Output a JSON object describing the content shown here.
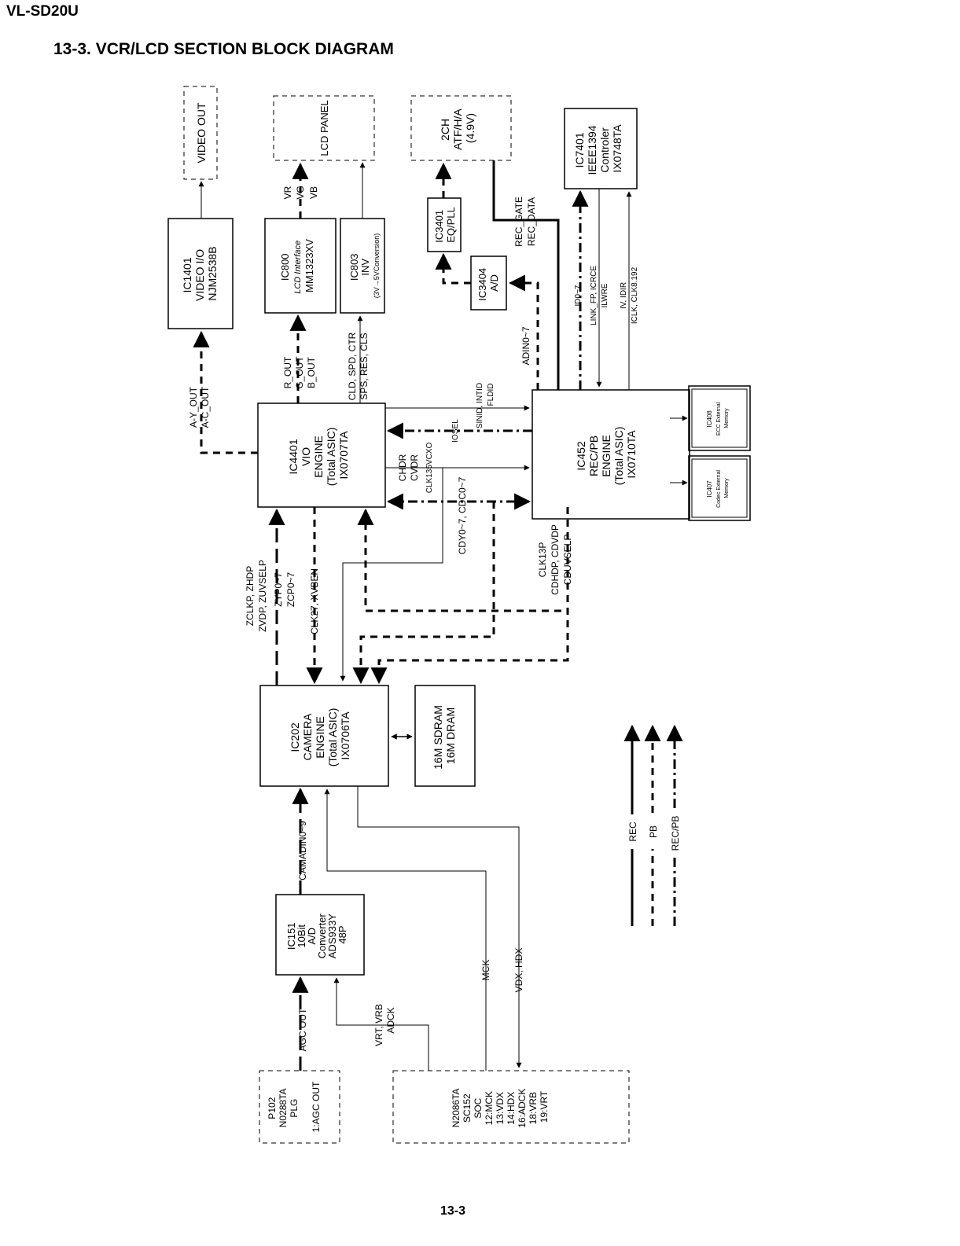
{
  "header": {
    "model": "VL-SD20U",
    "title": "13-3. VCR/LCD SECTION BLOCK DIAGRAM"
  },
  "footer": {
    "page": "13-3"
  },
  "blocks": {
    "video_out": [
      "VIDEO OUT"
    ],
    "lcd_panel": [
      "LCD PANEL"
    ],
    "atf": [
      "2CH",
      "ATF/H/A",
      "(4.9V)"
    ],
    "ic7401": [
      "IC7401",
      "IEEE1394",
      "Controler",
      "IX0748TA"
    ],
    "ic1401": [
      "IC1401",
      "VIDEO I/O",
      "NJM2538B"
    ],
    "ic800": [
      "IC800",
      "LCD Interface",
      "MM1323XV"
    ],
    "ic803": [
      "IC803",
      "INV",
      "(3V→5VConversion)"
    ],
    "ic3401": [
      "IC3401",
      "EQ/PLL"
    ],
    "ic3404": [
      "IC3404",
      "A/D"
    ],
    "ic4401": [
      "IC4401",
      "VIO",
      "ENGINE",
      "(Total ASIC)",
      "IX0707TA"
    ],
    "ic452": [
      "IC452",
      "REC/PB",
      "ENGINE",
      "(Total ASIC)",
      "IX0710TA"
    ],
    "ic408": [
      "IC408",
      "ECC External",
      "Memory"
    ],
    "ic407": [
      "IC407",
      "Codec External",
      "Memory"
    ],
    "ic202": [
      "IC202",
      "CAMERA",
      "ENGINE",
      "(Total ASIC)",
      "IX0706TA"
    ],
    "sdram": [
      "16M SDRAM",
      "16M DRAM"
    ],
    "ic151": [
      "IC151",
      "10Bit",
      "A/D",
      "Converter",
      "ADS933Y",
      "48P"
    ],
    "p102": [
      "P102",
      "N0288TA",
      "PLG",
      "",
      "1:AGC OUT"
    ],
    "soc": [
      "N2086TA",
      "SC152",
      "SOC",
      "12:MCK",
      "13:VDX",
      "14:HDX",
      "16:ADCK",
      "18:VRB",
      "19:VRT"
    ]
  },
  "signals": {
    "vr": "VR",
    "vg": "VG",
    "vb": "VB",
    "ay_out": "A-Y_OUT",
    "ac_out": "A-C_OUT",
    "r_out": "R_OUT",
    "g_out": "G_OUT",
    "b_out": "B_OUT",
    "cld": "CLD, SPD, CTR",
    "sps": "SPS, RES, CLS",
    "rec_gate": "REC_GATE",
    "rec_data": "REC_DATA",
    "adin": "ADIN0~7",
    "id0": "ID0~7",
    "link": "LINK_FP, ICRCE",
    "ilwre": "ILWRE",
    "iv": "IV, IDIR",
    "iclk": "ICLK, CLK8.192",
    "sinid": "SINID, INTID",
    "fldid": "FLDID",
    "iosel": "IOSEL",
    "chdr": "CHDR",
    "cvdr": "CVDR",
    "clk135": "CLK135VCXO",
    "cdc": "CDY0~7, CDC0~7",
    "clk13p": "CLK13P",
    "cdhdp": "CDHDP, CDVDP",
    "cduvselp": "CDUVSELP",
    "zclkp": "ZCLKP, ZHDP",
    "zvdp": "ZVDP, ZUVSELP",
    "zyp": "ZYP0~7",
    "zcp": "ZCP0~7",
    "clk27": "CLK27, XVBEN",
    "camadin": "CAMADIN0~9",
    "agc_out": "AGC OUT",
    "vrt": "VRT, VRB",
    "adck": "ADCK",
    "mck": "MCK",
    "vdx": "VDX, HDX"
  },
  "legend": [
    "REC",
    "PB",
    "REC/PB"
  ]
}
